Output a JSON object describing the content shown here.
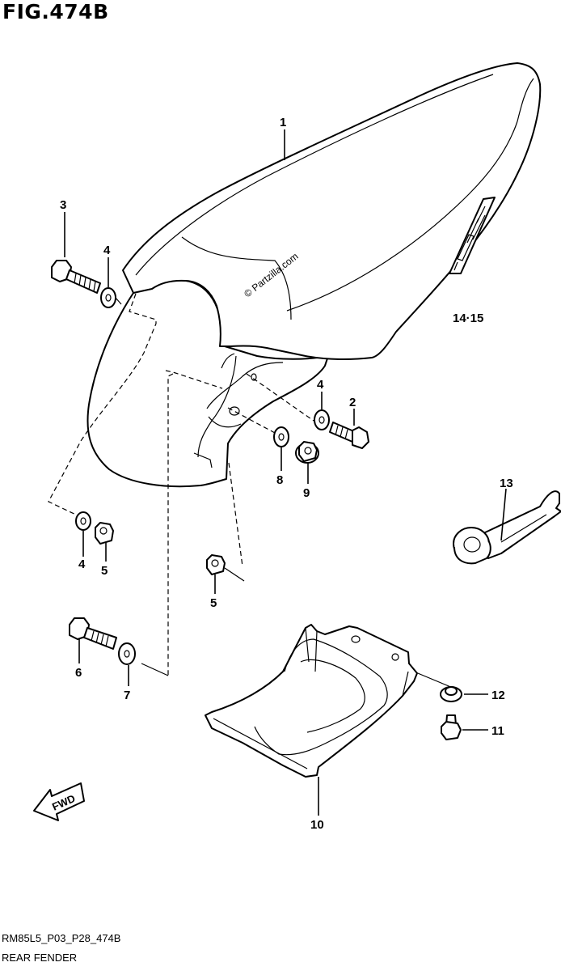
{
  "figure": {
    "title": "FIG.474B",
    "code": "RM85L5_P03_P28_474B",
    "caption": "REAR FENDER",
    "watermark": "© Partzilla.com",
    "direction_label": "FWD"
  },
  "callouts": [
    {
      "id": "1",
      "label": "1"
    },
    {
      "id": "2",
      "label": "2"
    },
    {
      "id": "3",
      "label": "3"
    },
    {
      "id": "4a",
      "label": "4"
    },
    {
      "id": "4b",
      "label": "4"
    },
    {
      "id": "4c",
      "label": "4"
    },
    {
      "id": "5a",
      "label": "5"
    },
    {
      "id": "5b",
      "label": "5"
    },
    {
      "id": "6",
      "label": "6"
    },
    {
      "id": "7",
      "label": "7"
    },
    {
      "id": "8",
      "label": "8"
    },
    {
      "id": "9",
      "label": "9"
    },
    {
      "id": "10",
      "label": "10"
    },
    {
      "id": "11",
      "label": "11"
    },
    {
      "id": "12",
      "label": "12"
    },
    {
      "id": "13",
      "label": "13"
    },
    {
      "id": "14-15",
      "label": "14·15"
    }
  ]
}
